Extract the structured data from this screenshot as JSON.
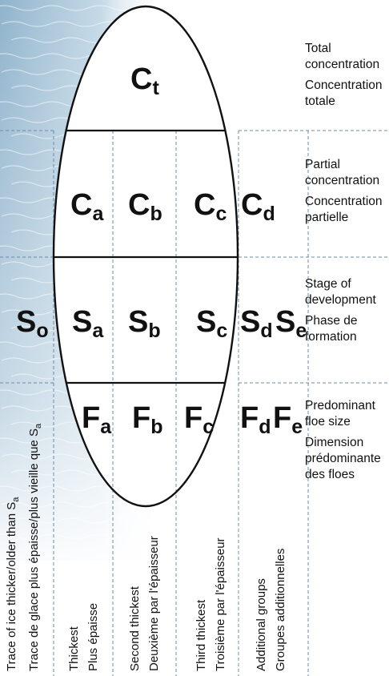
{
  "symbols": {
    "ct": {
      "base": "C",
      "sub": "t"
    },
    "ca": {
      "base": "C",
      "sub": "a"
    },
    "cb": {
      "base": "C",
      "sub": "b"
    },
    "cc": {
      "base": "C",
      "sub": "c"
    },
    "cd": {
      "base": "C",
      "sub": "d"
    },
    "so": {
      "base": "S",
      "sub": "o"
    },
    "sa": {
      "base": "S",
      "sub": "a"
    },
    "sb": {
      "base": "S",
      "sub": "b"
    },
    "sc": {
      "base": "S",
      "sub": "c"
    },
    "sd": {
      "base": "S",
      "sub": "d"
    },
    "se": {
      "base": "S",
      "sub": "e"
    },
    "fa": {
      "base": "F",
      "sub": "a"
    },
    "fb": {
      "base": "F",
      "sub": "b"
    },
    "fc": {
      "base": "F",
      "sub": "c"
    },
    "fd": {
      "base": "F",
      "sub": "d"
    },
    "fe": {
      "base": "F",
      "sub": "e"
    }
  },
  "legend": {
    "total": {
      "en_1": "Total",
      "en_2": "concentration",
      "fr_1": "Concentration",
      "fr_2": "totale"
    },
    "partial": {
      "en_1": "Partial",
      "en_2": "concentration",
      "fr_1": "Concentration",
      "fr_2": "partielle"
    },
    "stage": {
      "en_1": "Stage of",
      "en_2": "development",
      "fr_1": "Phase de",
      "fr_2": "formation"
    },
    "floe": {
      "en_1": "Predominant",
      "en_2": "floe size",
      "fr_1": "Dimension",
      "fr_2": "prédominante",
      "fr_3": "des floes"
    }
  },
  "columns": {
    "trace": {
      "en": "Trace of ice thicker/older than S",
      "en_sub": "a",
      "fr": "Trace de glace plus épaisse/plus vieille que S",
      "fr_sub": "a"
    },
    "thickest": {
      "en": "Thickest",
      "fr": "Plus épaisse"
    },
    "second": {
      "en": "Second thickest",
      "fr": "Deuxième par l'épaisseur"
    },
    "third": {
      "en": "Third thickest",
      "fr": "Troisième par l'épaisseur"
    },
    "additional": {
      "en": "Additional groups",
      "fr": "Groupes additionnelles"
    }
  },
  "colors": {
    "line": "#111111",
    "dashed": "#6f88a8",
    "water": "#9fbfd6"
  }
}
